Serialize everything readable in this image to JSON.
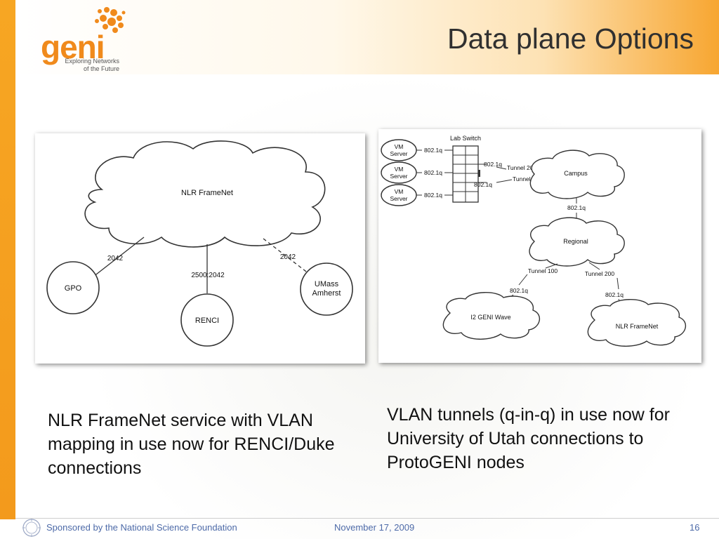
{
  "slide": {
    "title": "Data plane Options",
    "page_number": "16"
  },
  "logo": {
    "word": "geni",
    "tagline": "Exploring Networks of the Future"
  },
  "left_diagram": {
    "cloud_label": "NLR FrameNet",
    "nodes": [
      "GPO",
      "RENCI",
      "UMass",
      "Amherst"
    ],
    "links": {
      "gpo": "2042",
      "renci": "2500:2042",
      "umass": "2042"
    }
  },
  "right_diagram": {
    "lab_switch": "Lab Switch",
    "vm": [
      "VM",
      "Server"
    ],
    "dot1q": "802.1q",
    "tunnel_200": "Tunnel 200",
    "tunnel_100": "Tunnel 100",
    "clouds": {
      "campus": "Campus",
      "regional": "Regional",
      "i2": "I2 GENI Wave",
      "nlr": "NLR FrameNet"
    }
  },
  "captions": {
    "left": "NLR FrameNet service with VLAN mapping in use now for RENCI/Duke connections",
    "right": "VLAN tunnels (q-in-q) in use now for University of Utah connections to ProtoGENI nodes"
  },
  "footer": {
    "sponsor": "Sponsored by the National Science Foundation",
    "date": "November 17, 2009"
  },
  "colors": {
    "accent": "#f39a1c",
    "footer_text": "#4d6aa8"
  }
}
